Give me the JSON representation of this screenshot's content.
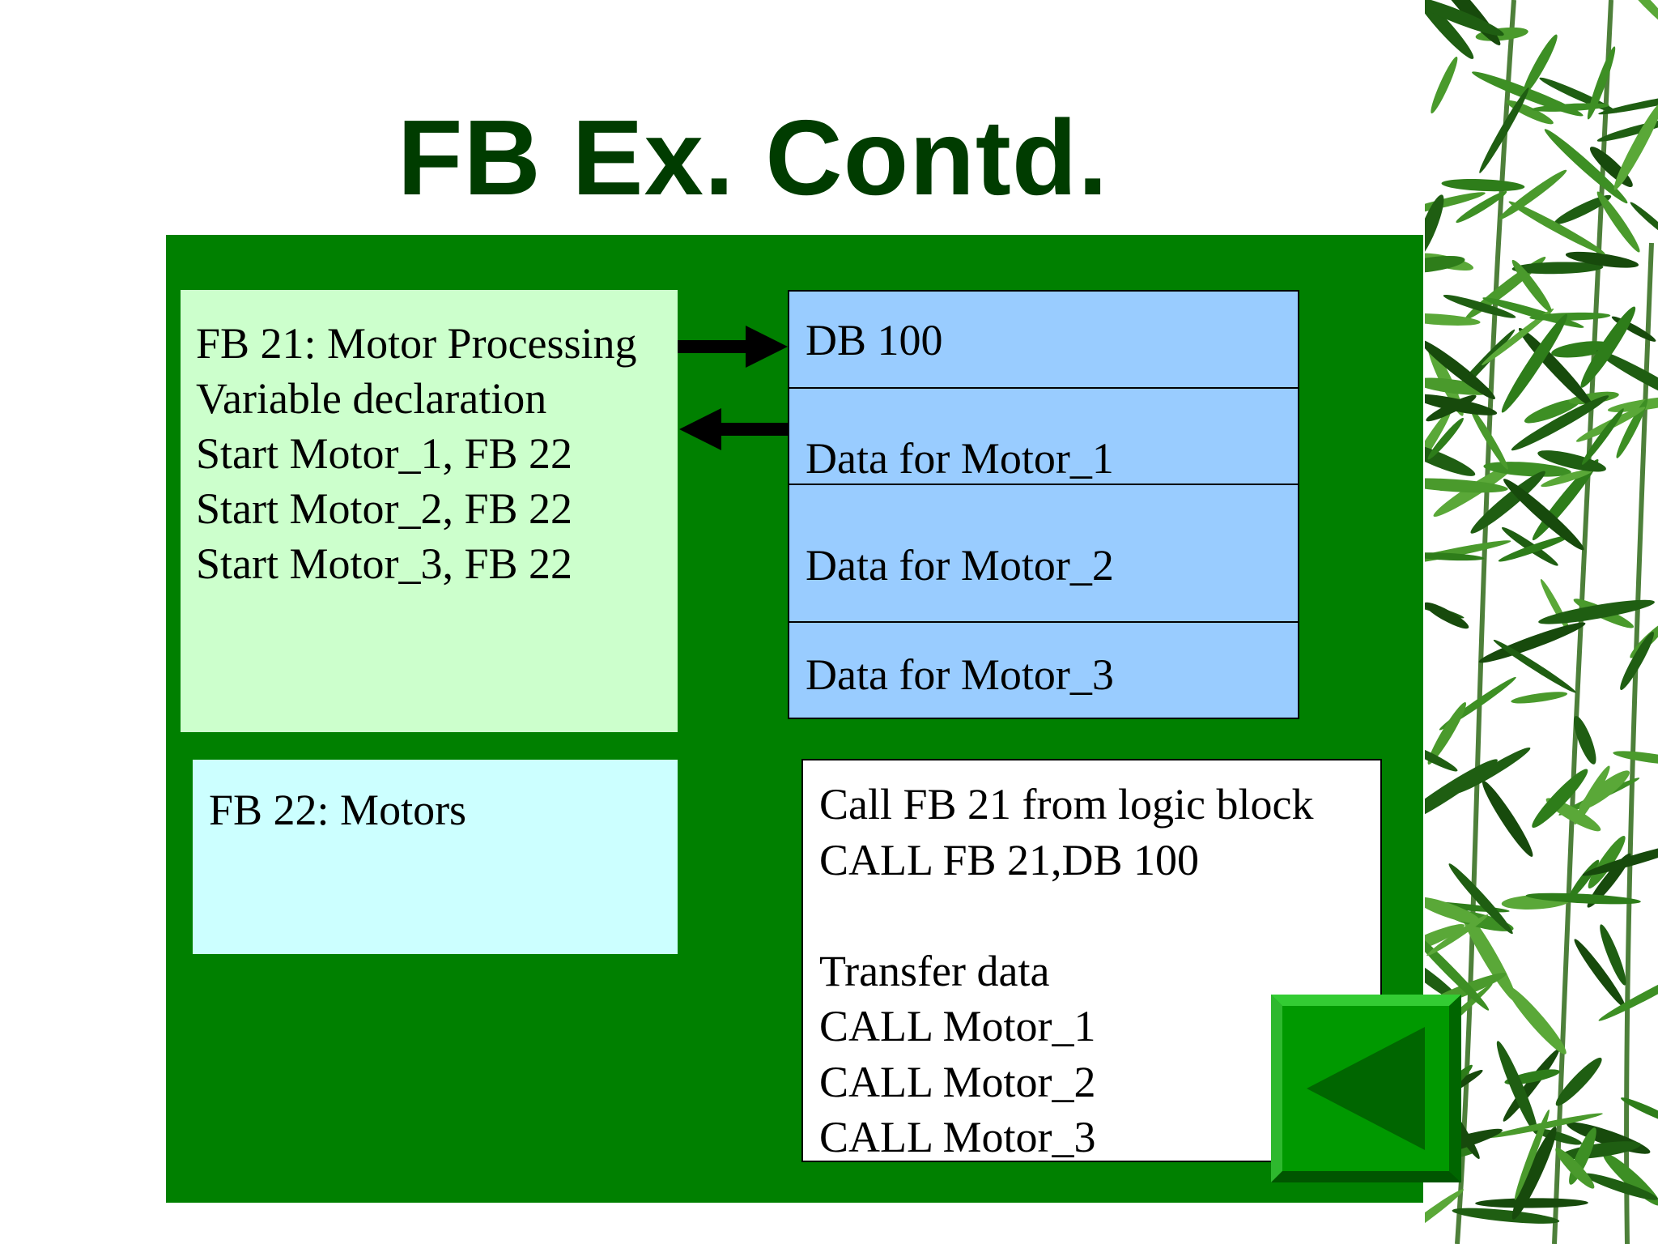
{
  "title": "FB Ex. Contd.",
  "colors": {
    "title": "#003c00",
    "stage": "#008000",
    "fb21_fill": "#ccffcc",
    "db_fill": "#99ccff",
    "fb22_fill": "#ccffff",
    "callbox_fill": "#ffffff",
    "back_button": "#009900"
  },
  "fb21": {
    "heading": "FB 21: Motor Processing",
    "lines": [
      "Variable declaration",
      "Start Motor_1, FB 22",
      "Start Motor_2, FB 22",
      "Start Motor_3, FB 22"
    ]
  },
  "db": {
    "rows": [
      "DB 100",
      "Data for Motor_1",
      "Data for Motor_2",
      "Data for Motor_3"
    ]
  },
  "fb22": {
    "label": "FB 22: Motors"
  },
  "callbox": {
    "lines": [
      "Call FB 21 from logic block",
      "CALL FB 21,DB 100",
      "",
      "Transfer data",
      "CALL Motor_1",
      "CALL Motor_2",
      "CALL Motor_3"
    ]
  },
  "icons": {
    "arrow_right": "arrow-right-icon",
    "arrow_left": "arrow-left-icon",
    "back": "back-triangle-icon"
  }
}
